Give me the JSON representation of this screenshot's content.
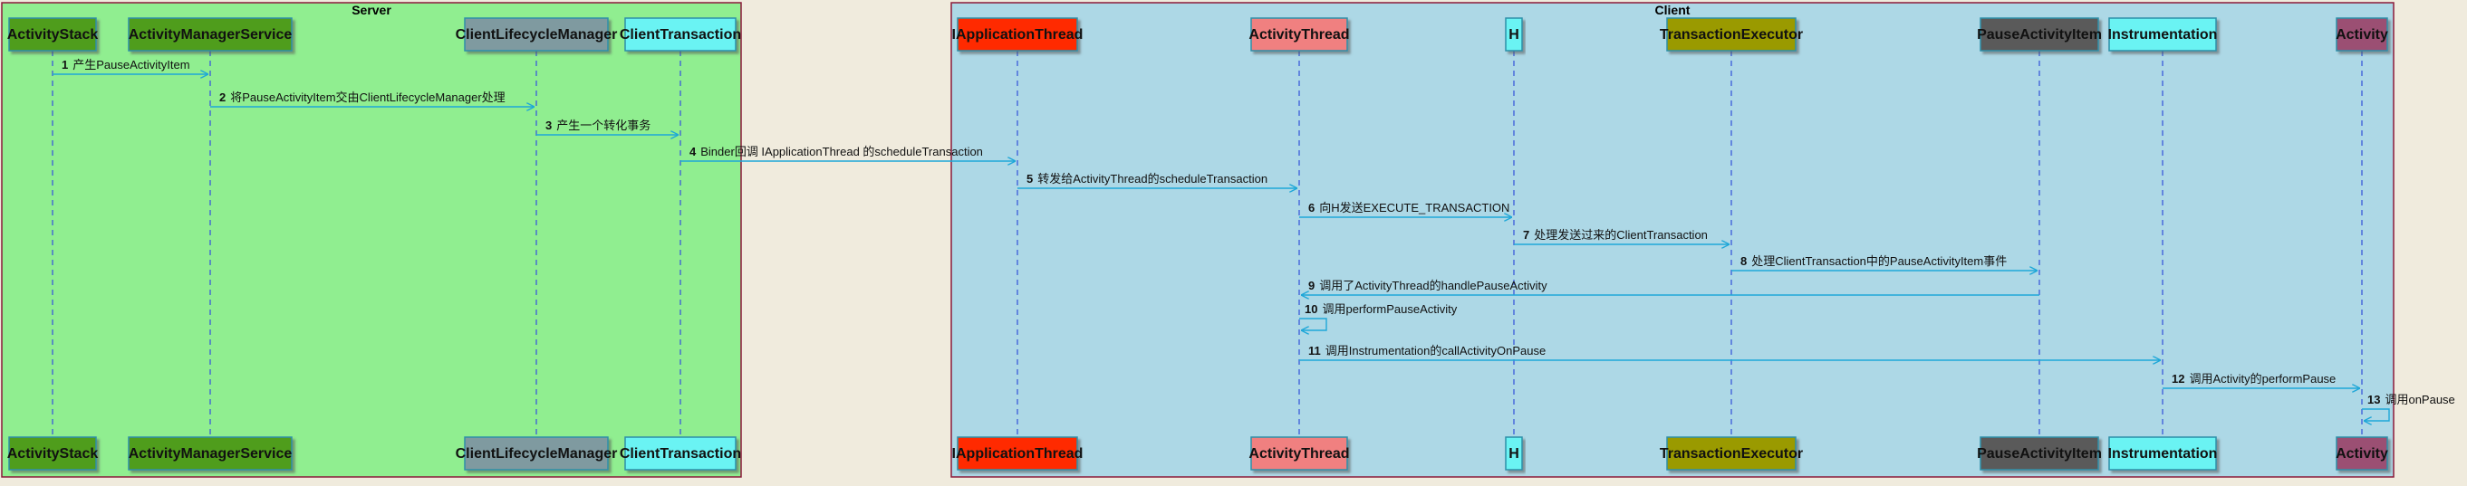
{
  "groups": [
    {
      "id": "server",
      "title": "Server",
      "color": "#90ee90"
    },
    {
      "id": "client",
      "title": "Client",
      "color": "#add8e6"
    }
  ],
  "participants": [
    {
      "id": "activity_stack",
      "label": "ActivityStack",
      "group": "server",
      "fill": "#4f9d1e",
      "text": "#111111"
    },
    {
      "id": "ams",
      "label": "ActivityManagerService",
      "group": "server",
      "fill": "#4f9d1e",
      "text": "#111111"
    },
    {
      "id": "clm",
      "label": "ClientLifecycleManager",
      "group": "server",
      "fill": "#7f9aa0",
      "text": "#111111"
    },
    {
      "id": "ct",
      "label": "ClientTransaction",
      "group": "server",
      "fill": "#6bf3f3",
      "text": "#111111"
    },
    {
      "id": "iat",
      "label": "IApplicationThread",
      "group": "client",
      "fill": "#ff2b00",
      "text": "#111111"
    },
    {
      "id": "at",
      "label": "ActivityThread",
      "group": "client",
      "fill": "#f08080",
      "text": "#111111"
    },
    {
      "id": "h",
      "label": "H",
      "group": "client",
      "fill": "#6bf3f3",
      "text": "#111111"
    },
    {
      "id": "te",
      "label": "TransactionExecutor",
      "group": "client",
      "fill": "#9a9a00",
      "text": "#111111"
    },
    {
      "id": "pai",
      "label": "PauseActivityItem",
      "group": "client",
      "fill": "#5a5a5a",
      "text": "#111111"
    },
    {
      "id": "inst",
      "label": "Instrumentation",
      "group": "client",
      "fill": "#6bf3f3",
      "text": "#111111"
    },
    {
      "id": "activity",
      "label": "Activity",
      "group": "client",
      "fill": "#9b4f73",
      "text": "#111111"
    }
  ],
  "messages": [
    {
      "num": "1",
      "text": "产生PauseActivityItem",
      "from": "activity_stack",
      "to": "ams"
    },
    {
      "num": "2",
      "text": "将PauseActivityItem交由ClientLifecycleManager处理",
      "from": "ams",
      "to": "clm"
    },
    {
      "num": "3",
      "text": "产生一个转化事务",
      "from": "clm",
      "to": "ct"
    },
    {
      "num": "4",
      "text": "Binder回调 IApplicationThread 的scheduleTransaction",
      "from": "ct",
      "to": "iat"
    },
    {
      "num": "5",
      "text": "转发给ActivityThread的scheduleTransaction",
      "from": "iat",
      "to": "at"
    },
    {
      "num": "6",
      "text": "向H发送EXECUTE_TRANSACTION",
      "from": "at",
      "to": "h"
    },
    {
      "num": "7",
      "text": "处理发送过来的ClientTransaction",
      "from": "h",
      "to": "te"
    },
    {
      "num": "8",
      "text": "处理ClientTransaction中的PauseActivityItem事件",
      "from": "te",
      "to": "pai"
    },
    {
      "num": "9",
      "text": "调用了ActivityThread的handlePauseActivity",
      "from": "pai",
      "to": "at"
    },
    {
      "num": "10",
      "text": "调用performPauseActivity",
      "from": "at",
      "to": "at"
    },
    {
      "num": "11",
      "text": "调用Instrumentation的callActivityOnPause",
      "from": "at",
      "to": "inst"
    },
    {
      "num": "12",
      "text": "调用Activity的performPause",
      "from": "inst",
      "to": "activity"
    },
    {
      "num": "13",
      "text": "调用onPause",
      "from": "activity",
      "to": "activity"
    }
  ],
  "colors": {
    "lifeline": "#3b5bdb",
    "arrow": "#1ea7d8",
    "group_border": "#8b1a3a",
    "background": "#f0ebdd"
  }
}
